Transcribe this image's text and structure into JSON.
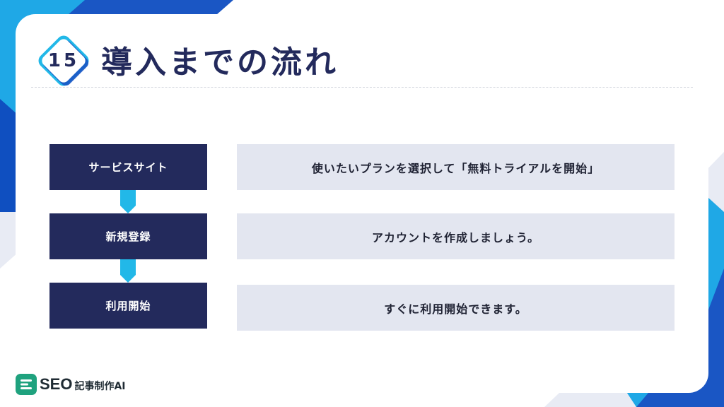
{
  "slide": {
    "number": "15",
    "title": "導入までの流れ"
  },
  "steps": [
    {
      "label": "サービスサイト",
      "description": "使いたいプランを選択して「無料トライアルを開始」"
    },
    {
      "label": "新規登録",
      "description": "アカウントを作成しましょう。"
    },
    {
      "label": "利用開始",
      "description": "すぐに利用開始できます。"
    }
  ],
  "logo": {
    "seo": "SEO",
    "text": "記事制作AI"
  },
  "colors": {
    "navy": "#232a5c",
    "light_box": "#e3e6f0",
    "cyan": "#22b8e8",
    "blue": "#1a56c4",
    "logo_green": "#1fa27e"
  }
}
